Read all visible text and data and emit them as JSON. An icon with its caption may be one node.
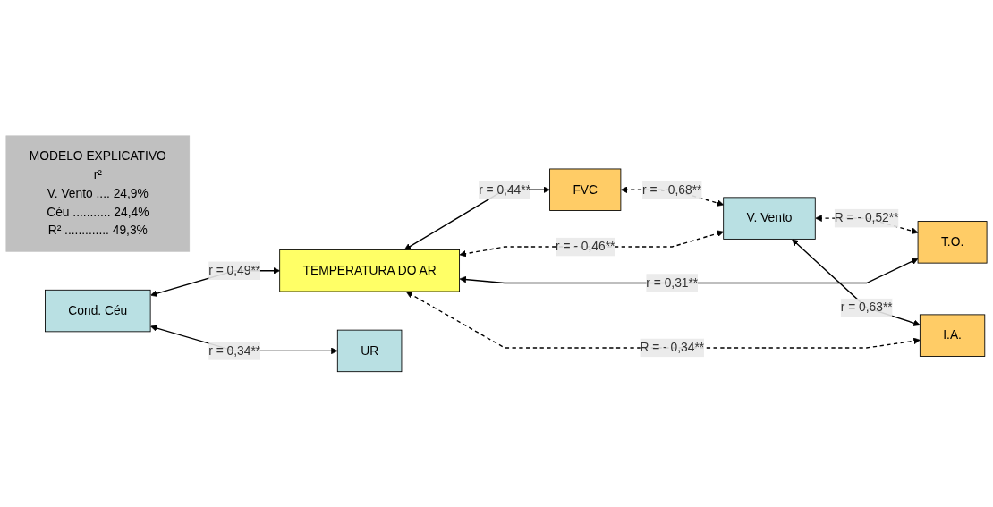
{
  "diagram": {
    "nodes": [
      {
        "text": [
          "FVC"
        ]
      },
      {
        "text": [
          "TEMPERATURA DO AR"
        ]
      },
      {
        "text": [
          "MODELO EXPLICATIVO",
          "r²",
          "V. Vento .... 24,9%",
          "Céu ........... 24,4%",
          "R² ............. 49,3%"
        ]
      },
      {
        "text": [
          "V. Vento"
        ]
      },
      {
        "text": [
          "Cond. Céu"
        ]
      },
      {
        "text": [
          "T.O."
        ]
      },
      {
        "text": [
          "UR"
        ]
      },
      {
        "text": [
          "I.A."
        ]
      }
    ],
    "edges": [
      {
        "from": 1,
        "to": 0,
        "arrow": "both",
        "label": "r = 0,44**"
      },
      {
        "from": 0,
        "to": 3,
        "arrow": "both",
        "label": "r = - 0,68**",
        "style": "dashed"
      },
      {
        "from": 4,
        "to": 1,
        "arrow": "both",
        "label": "r = 0,49**"
      },
      {
        "from": 1,
        "to": 3,
        "arrow": "both",
        "label": "r = - 0,46**",
        "style": "dashed"
      },
      {
        "from": 4,
        "to": 6,
        "arrow": "both",
        "label": "r = 0,34**"
      },
      {
        "from": 3,
        "to": 5,
        "arrow": "both",
        "label": "R = - 0,52**",
        "style": "dashed"
      },
      {
        "from": 1,
        "to": 5,
        "arrow": "both",
        "label": "r = 0,31**"
      },
      {
        "from": 3,
        "to": 7,
        "arrow": "both",
        "label": "r = 0,63**"
      },
      {
        "from": 1,
        "to": 7,
        "arrow": "both",
        "label": "R = - 0,34**",
        "style": "dashed"
      }
    ]
  }
}
